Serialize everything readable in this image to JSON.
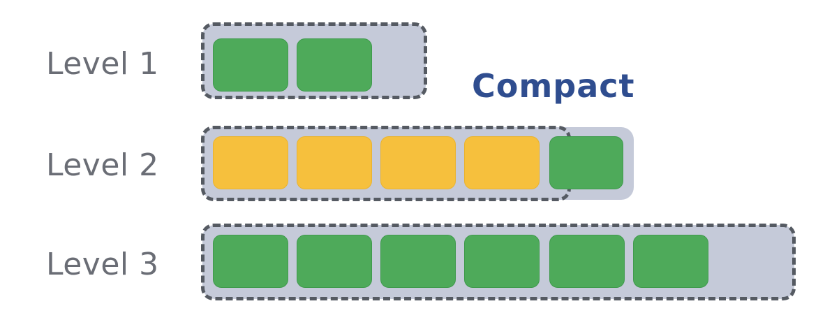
{
  "levels": [
    {
      "label": "Level 1",
      "blocks": [
        "green",
        "green"
      ]
    },
    {
      "label": "Level 2",
      "blocks": [
        "yellow",
        "yellow",
        "yellow",
        "yellow",
        "green"
      ]
    },
    {
      "label": "Level 3",
      "blocks": [
        "green",
        "green",
        "green",
        "green",
        "green",
        "green"
      ]
    }
  ],
  "compact_label": "Compact",
  "colors": {
    "green_block": "#4eaa5a",
    "yellow_block": "#f6c03d",
    "level_background": "#c5cad9",
    "dashed_border": "#555a62",
    "label_text": "#6a6d75",
    "compact_text": "#2f4d8f"
  }
}
